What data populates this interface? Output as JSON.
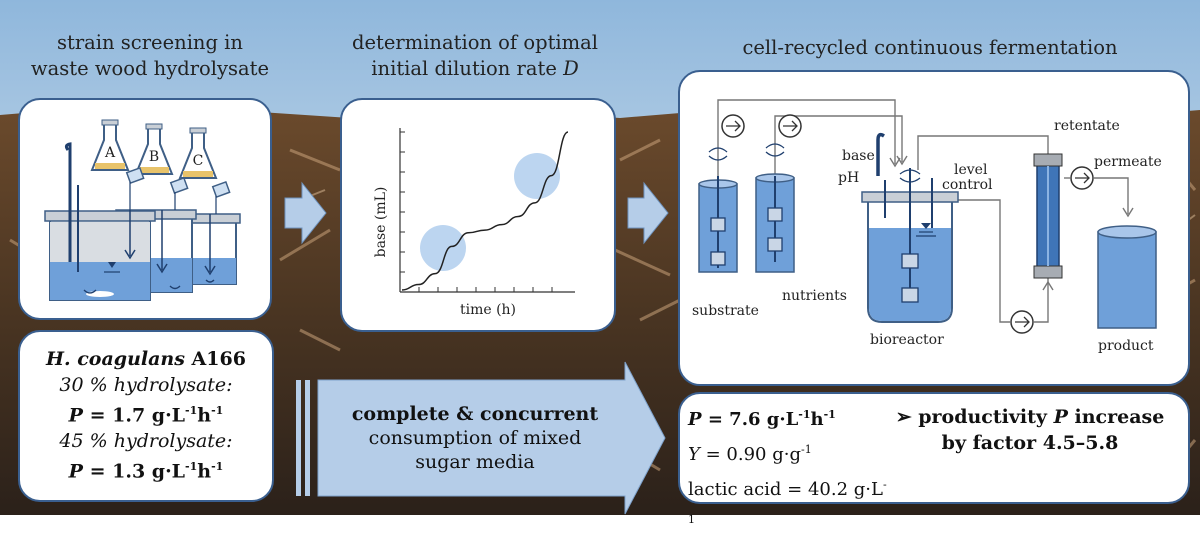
{
  "headings": {
    "screening": [
      "strain screening in",
      "waste wood hydrolysate"
    ],
    "dilution": [
      "determination of optimal",
      "initial dilution rate"
    ],
    "dilution_symbol": "D",
    "fermentation": "cell-recycled continuous fermentation"
  },
  "screening_panel": {
    "flasks": [
      "A",
      "B",
      "C"
    ]
  },
  "chart_data": {
    "type": "line",
    "xlabel": "time (h)",
    "ylabel": "base (mL)",
    "title": "",
    "x": [
      0,
      1,
      2,
      3,
      4,
      5,
      6,
      7,
      8,
      9,
      10
    ],
    "series": [
      {
        "values": [
          0,
          2,
          6,
          16,
          21,
          22,
          24,
          27,
          32,
          42,
          58
        ]
      }
    ],
    "highlights": [
      "lag-to-growth transition",
      "second growth phase"
    ]
  },
  "fermentation_panel": {
    "labels": {
      "retentate": "retentate",
      "base": "base",
      "ph": "pH",
      "level": "level",
      "control": "control",
      "permeate": "permeate",
      "nutrients": "nutrients",
      "substrate": "substrate",
      "bioreactor": "bioreactor",
      "product": "product"
    }
  },
  "strain_box": {
    "strain_italic": "H. coagulans",
    "strain_code": "A166",
    "cond1": "30 % hydrolysate:",
    "cond1_value": "= 1.7 g·L",
    "cond2": "45 % hydrolysate:",
    "cond2_value": "= 1.3 g·L",
    "symbol": "P",
    "exp_L": "-1",
    "h": "h",
    "exp_h": "-1"
  },
  "arrow_box": {
    "line1": "complete & concurrent",
    "line2": "consumption of mixed",
    "line3": "sugar media"
  },
  "results_box": {
    "p_symbol": "P",
    "p_value": "= 7.6 g·L",
    "exp_L": "-1",
    "h": "h",
    "exp_h": "-1",
    "y_symbol": "Y",
    "y_value": "= 0.90 g·g",
    "y_exp": "-1",
    "lactic": "lactic acid = 40.2 g·L",
    "lactic_exp": "-1",
    "bullet": "➢",
    "increase_line1_pre": "productivity",
    "increase_symbol": "P",
    "increase_line1_post": "increase",
    "increase_line2": "by factor 4.5–5.8"
  },
  "colors": {
    "panel_border": "#3a5f8f",
    "arrow_fill": "#b5cde8",
    "liquid": "#6fa0d9",
    "dark_blue": "#2f5d9a",
    "highlight": "#9fc3ea",
    "gold": "#e8c36a"
  }
}
